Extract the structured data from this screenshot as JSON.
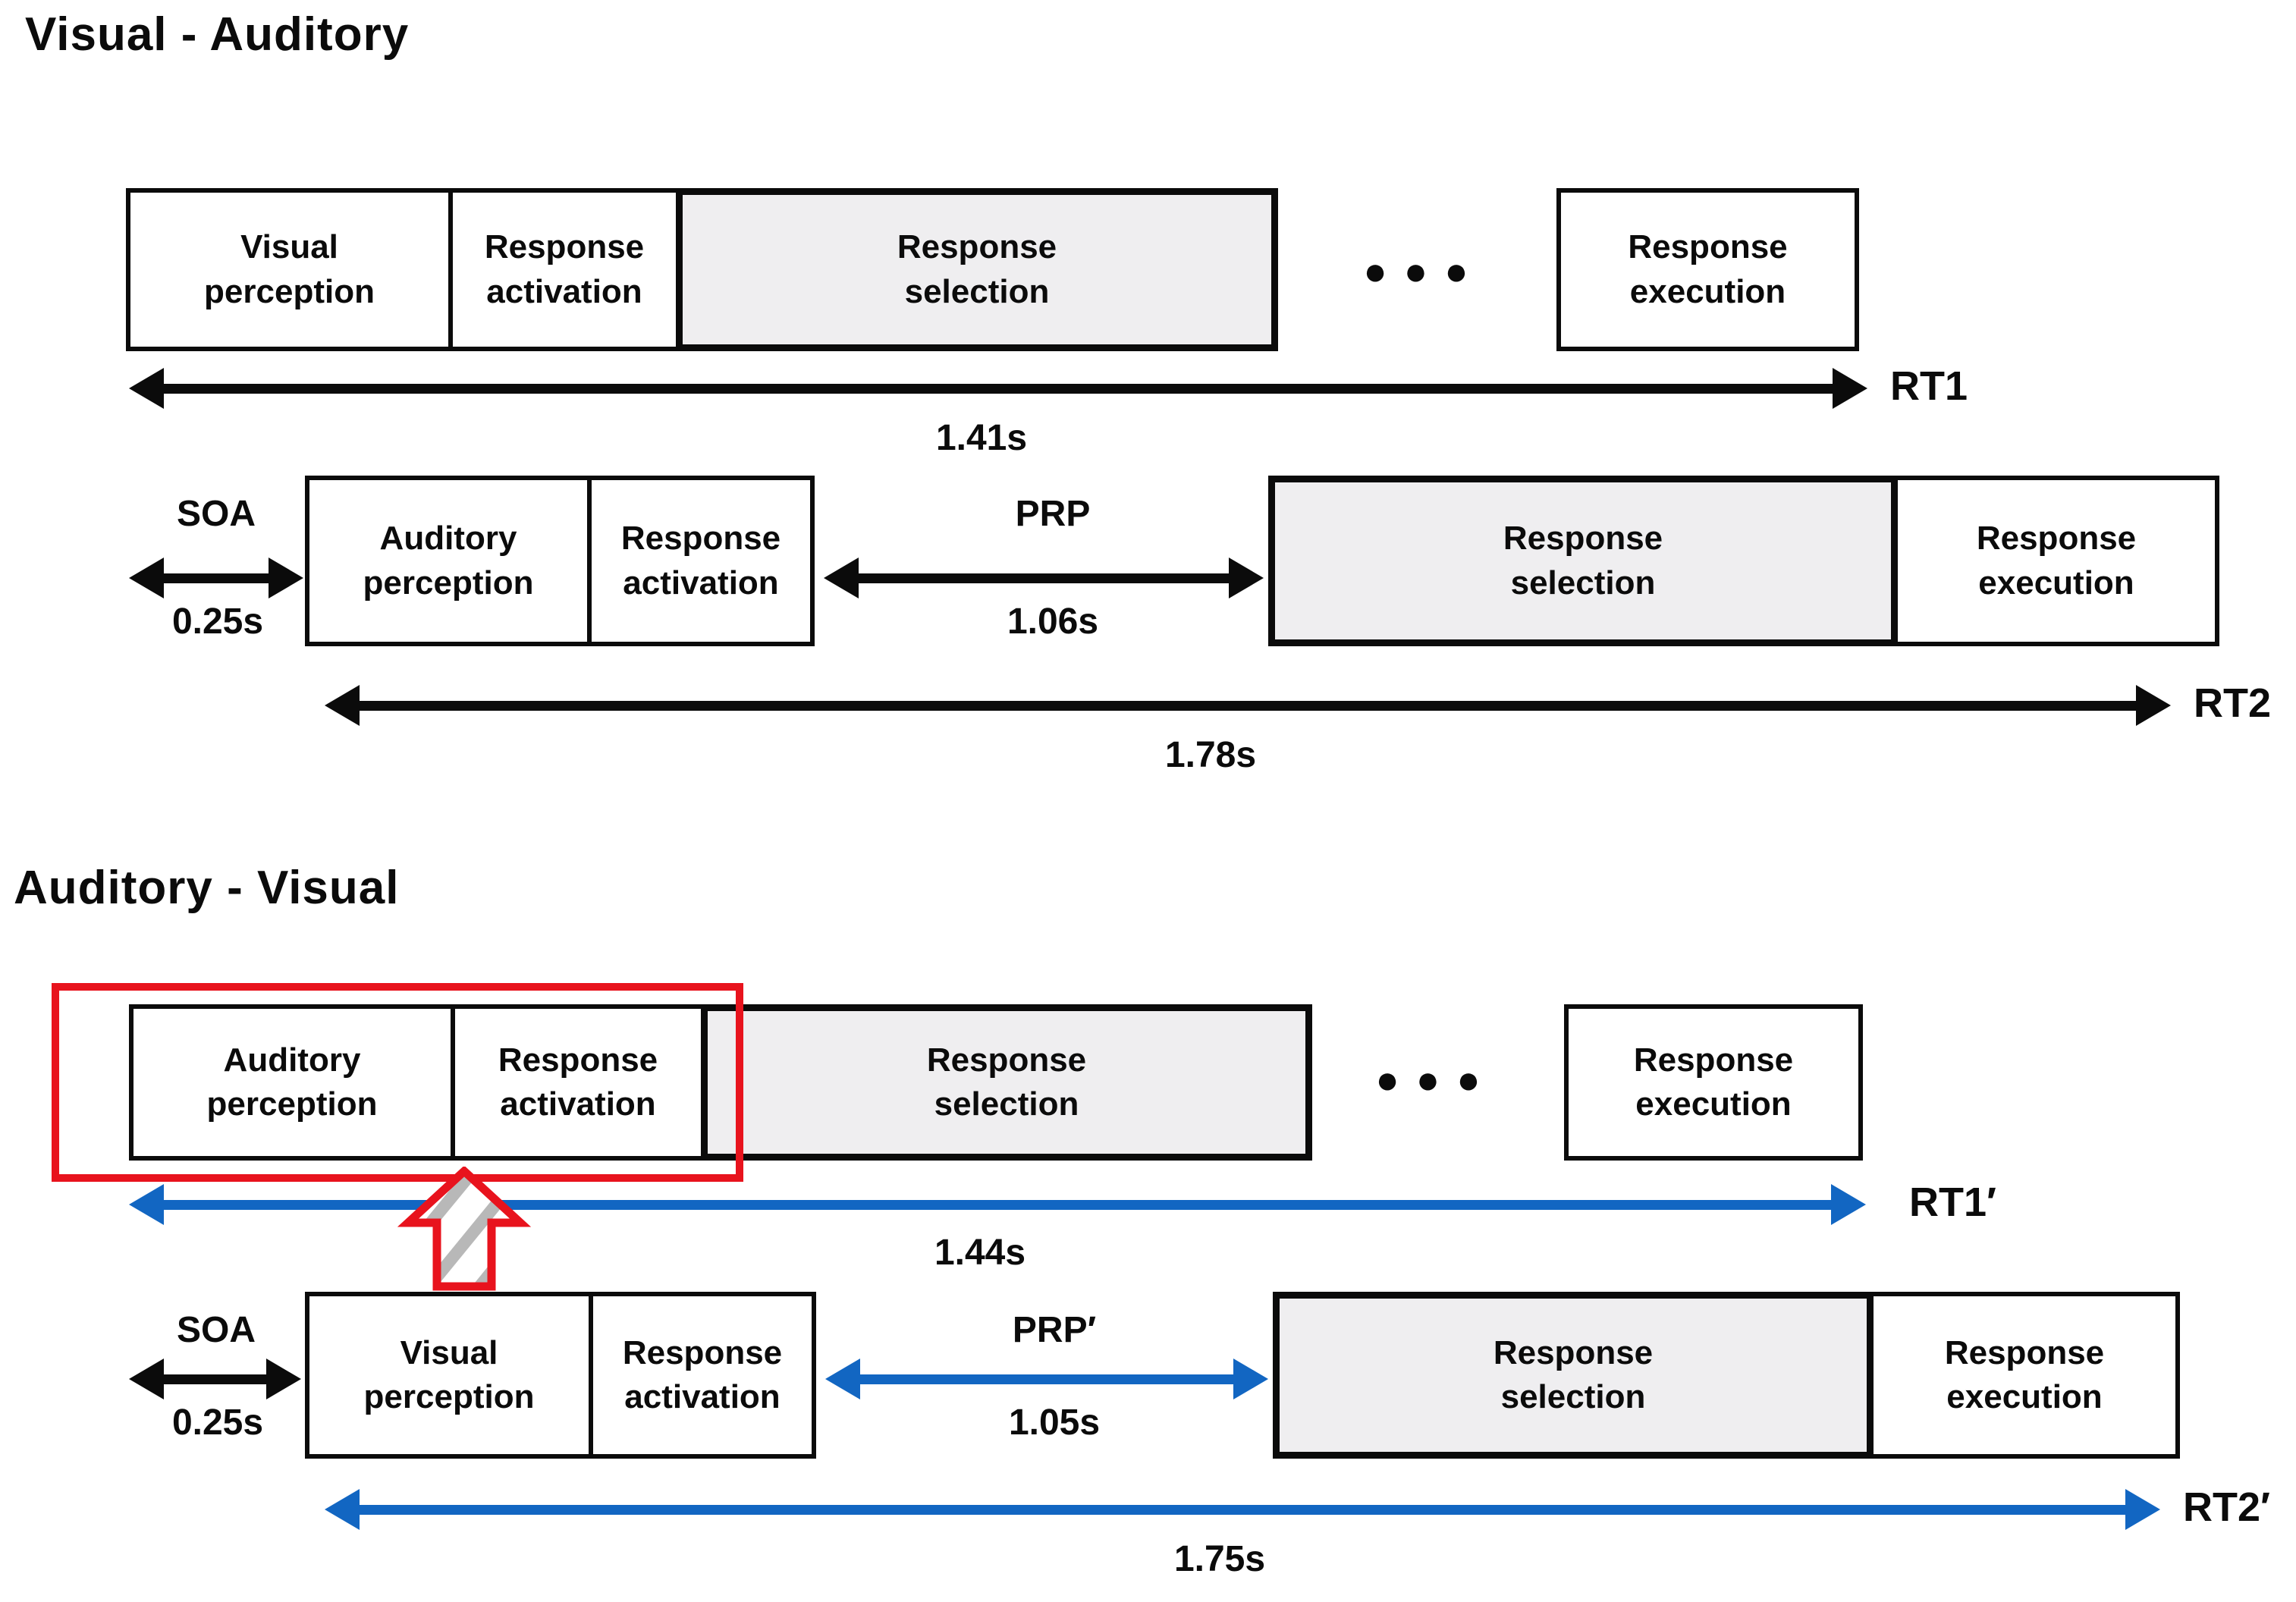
{
  "colors": {
    "accent_blue": "#1266c2",
    "accent_red": "#e8131d",
    "shaded_box_fill": "#efeef0",
    "ink_black": "#0b0b0b",
    "hatch_gray": "#b8b8b8"
  },
  "sections": [
    {
      "title": "Visual - Auditory",
      "task1": {
        "perception": "Visual\nperception",
        "activation": "Response\nactivation",
        "selection": "Response\nselection",
        "ellipsis": "●●●",
        "execution": "Response\nexecution",
        "rt_label": "RT1",
        "rt_time": "1.41s"
      },
      "task2": {
        "soa_label": "SOA",
        "soa_time": "0.25s",
        "perception": "Auditory\nperception",
        "activation": "Response\nactivation",
        "prp_label": "PRP",
        "prp_time": "1.06s",
        "selection": "Response\nselection",
        "execution": "Response\nexecution",
        "rt_label": "RT2",
        "rt_time": "1.78s"
      }
    },
    {
      "title": "Auditory - Visual",
      "task1": {
        "perception": "Auditory\nperception",
        "activation": "Response\nactivation",
        "selection": "Response\nselection",
        "ellipsis": "●●●",
        "execution": "Response\nexecution",
        "rt_label": "RT1′",
        "rt_time": "1.44s"
      },
      "task2": {
        "soa_label": "SOA",
        "soa_time": "0.25s",
        "perception": "Visual\nperception",
        "activation": "Response\nactivation",
        "prp_label": "PRP′",
        "prp_time": "1.05s",
        "selection": "Response\nselection",
        "execution": "Response\nexecution",
        "rt_label": "RT2′",
        "rt_time": "1.75s"
      }
    }
  ]
}
